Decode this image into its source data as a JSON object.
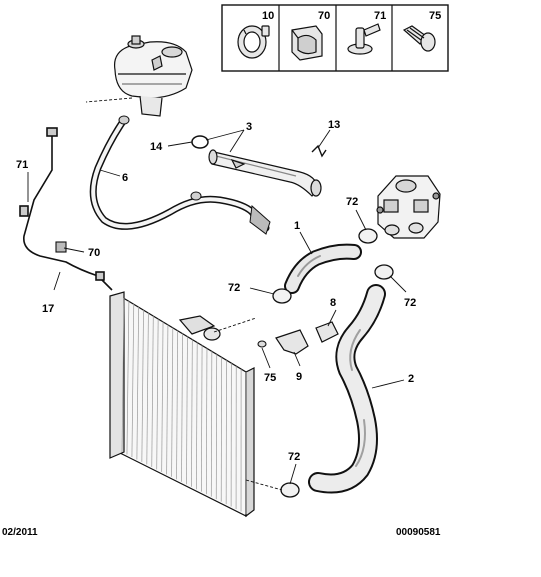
{
  "legend": {
    "items": [
      {
        "ref": "10",
        "icon": "clamp-ring-icon"
      },
      {
        "ref": "70",
        "icon": "bracket-clip-icon"
      },
      {
        "ref": "71",
        "icon": "push-clip-icon"
      },
      {
        "ref": "75",
        "icon": "bolt-icon"
      }
    ]
  },
  "callouts": [
    {
      "label": "3"
    },
    {
      "label": "13"
    },
    {
      "label": "14"
    },
    {
      "label": "6"
    },
    {
      "label": "71"
    },
    {
      "label": "72"
    },
    {
      "label": "1"
    },
    {
      "label": "70"
    },
    {
      "label": "17"
    },
    {
      "label": "72"
    },
    {
      "label": "8"
    },
    {
      "label": "72"
    },
    {
      "label": "75"
    },
    {
      "label": "9"
    },
    {
      "label": "2"
    },
    {
      "label": "72"
    }
  ],
  "footer": {
    "date": "02/2011",
    "reference": "00090581"
  },
  "colors": {
    "line": "#111111",
    "fill": "#f4f4f4",
    "shade": "#cfcfcf",
    "hose": "#2a2a2a"
  }
}
